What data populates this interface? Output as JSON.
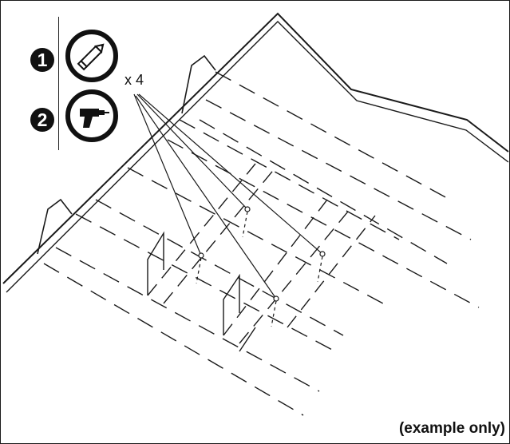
{
  "steps": [
    {
      "number": "1",
      "icon": "pencil-icon"
    },
    {
      "number": "2",
      "icon": "drill-icon"
    }
  ],
  "quantity_label": "x 4",
  "caption": "(example only)",
  "colors": {
    "line": "#1a1a1a",
    "background": "#ffffff"
  }
}
